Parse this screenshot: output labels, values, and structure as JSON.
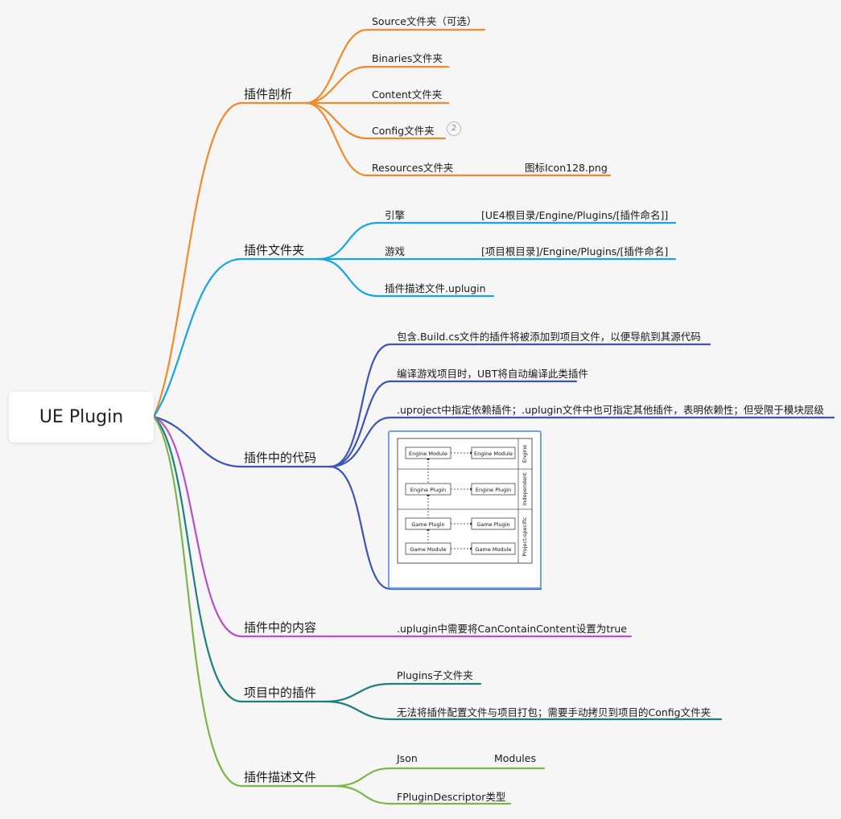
{
  "root": {
    "title": "UE Plugin"
  },
  "branches": {
    "anatomy": {
      "label": "插件剖析",
      "color": "#f08a2b",
      "leaves": {
        "source": "Source文件夹（可选）",
        "binaries": "Binaries文件夹",
        "content": "Content文件夹",
        "config": "Config文件夹",
        "config_badge": "2",
        "resources": "Resources文件夹",
        "resources_child": "图标Icon128.png"
      }
    },
    "folders": {
      "label": "插件文件夹",
      "color": "#14a6e4",
      "leaves": {
        "engine": "引擎",
        "engine_path": "[UE4根目录/Engine/Plugins/[插件命名]]",
        "game": "游戏",
        "game_path": "[项目根目录]/Engine/Plugins/[插件命名]",
        "descriptor": "插件描述文件.uplugin"
      }
    },
    "code": {
      "label": "插件中的代码",
      "color": "#3d54b8",
      "leaves": {
        "build_cs": "包含.Build.cs文件的插件将被添加到项目文件，以便导航到其源代码",
        "ubt": "编译游戏项目时，UBT将自动编译此类插件",
        "deps": ".uproject中指定依赖插件；.uplugin文件中也可指定其他插件，表明依赖性；但受限于模块层级"
      },
      "diagram": {
        "rows": [
          {
            "left": "Engine Module",
            "right": "Engine Module"
          },
          {
            "left": "Engine Plugin",
            "right": "Engine Plugin"
          },
          {
            "left": "Game Plugin",
            "right": "Game Plugin"
          },
          {
            "left": "Game Module",
            "right": "Game Module"
          }
        ],
        "sections": [
          "Engine",
          "Independent",
          "Project-specific"
        ]
      }
    },
    "content_branch": {
      "label": "插件中的内容",
      "color": "#b94fc8",
      "leaves": {
        "can_contain": ".uplugin中需要将CanContainContent设置为true"
      }
    },
    "project": {
      "label": "项目中的插件",
      "color": "#1f7f7f",
      "leaves": {
        "subfolder": "Plugins子文件夹",
        "no_pack": "无法将插件配置文件与项目打包；需要手动拷贝到项目的Config文件夹"
      }
    },
    "descriptor_file": {
      "label": "插件描述文件",
      "color": "#7ab648",
      "leaves": {
        "json": "Json",
        "modules": "Modules",
        "type": "FPluginDescriptor类型"
      }
    }
  }
}
